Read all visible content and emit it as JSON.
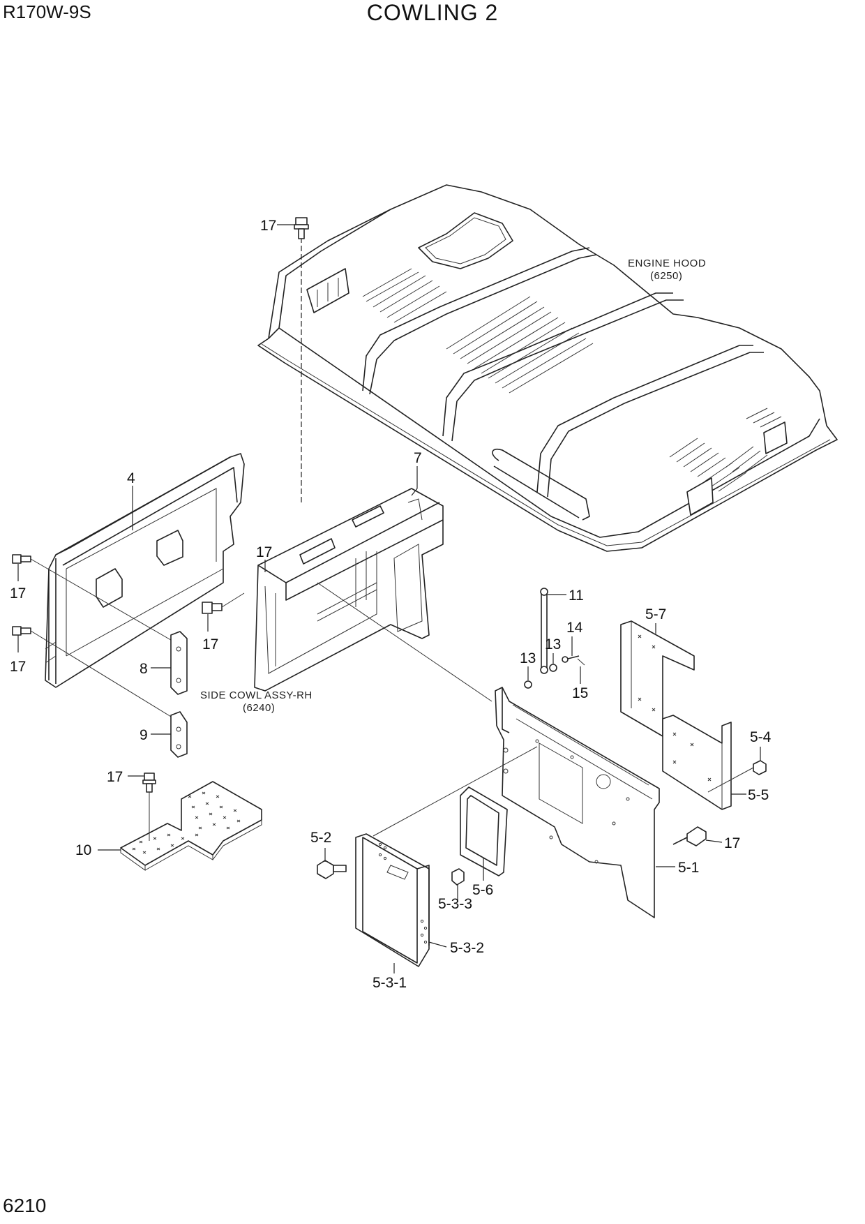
{
  "header": {
    "model": "R170W-9S",
    "title": "COWLING 2",
    "page_number": "6210"
  },
  "notes": {
    "engine_hood": "ENGINE HOOD",
    "engine_hood_ref": "(6250)",
    "side_cowl": "SIDE COWL ASSY-RH",
    "side_cowl_ref": "(6240)"
  },
  "callouts": {
    "c17_top": "17",
    "c4": "4",
    "c7": "7",
    "c17_mid": "17",
    "c17_left_a": "17",
    "c17_left_b": "17",
    "c17_bracket": "17",
    "c8": "8",
    "c9": "9",
    "c17_plate": "17",
    "c10": "10",
    "c11": "11",
    "c13_a": "13",
    "c13_b": "13",
    "c14": "14",
    "c15": "15",
    "c5_7": "5-7",
    "c5_4": "5-4",
    "c5_5": "5-5",
    "c17_right": "17",
    "c5_1": "5-1",
    "c5_2": "5-2",
    "c5_6": "5-6",
    "c5_3_3": "5-3-3",
    "c5_3_2": "5-3-2",
    "c5_3_1": "5-3-1"
  }
}
